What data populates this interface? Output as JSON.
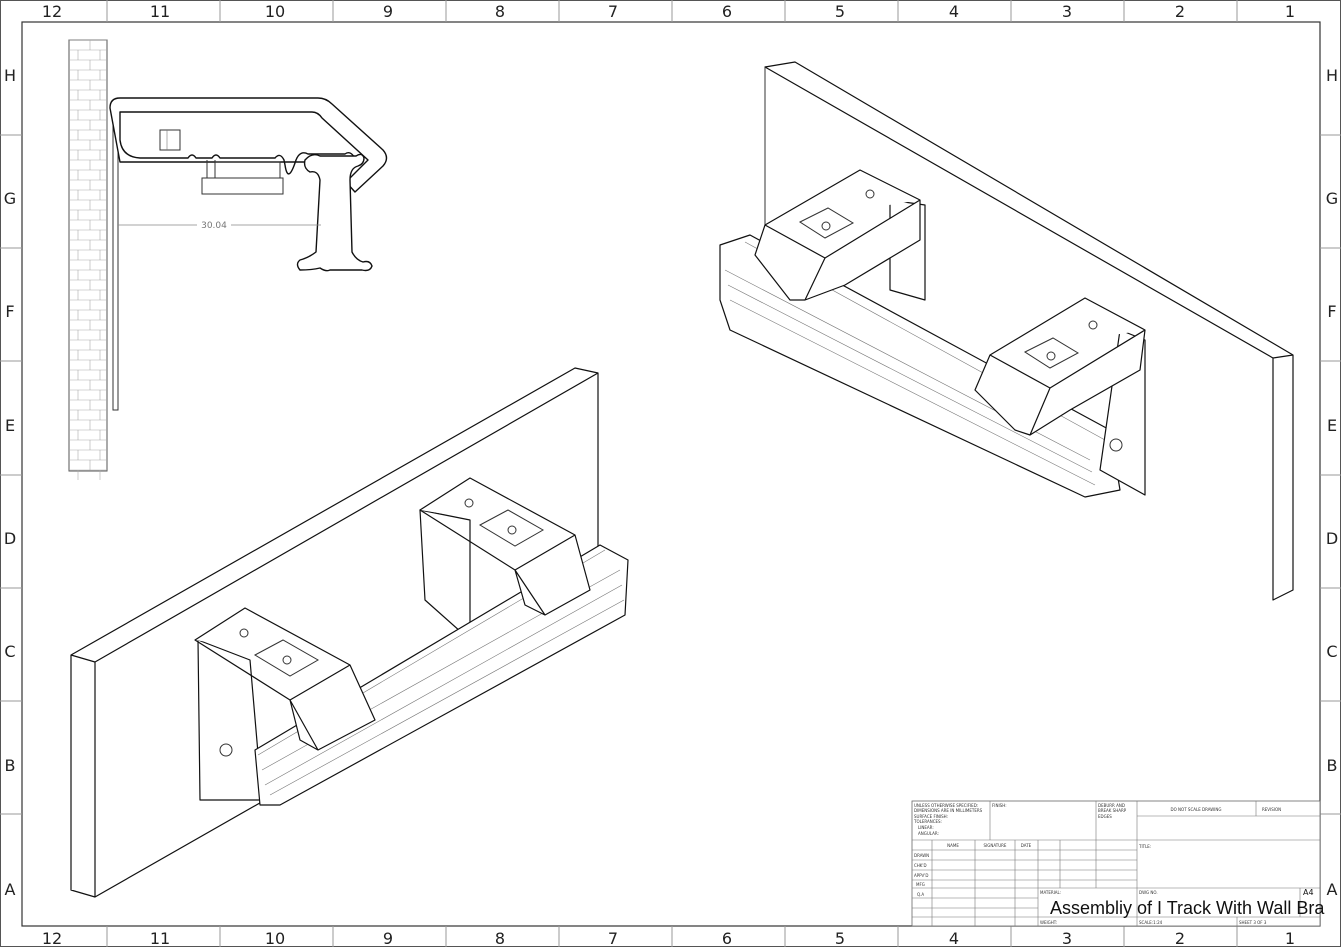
{
  "sheet": {
    "column_labels": [
      "12",
      "11",
      "10",
      "9",
      "8",
      "7",
      "6",
      "5",
      "4",
      "3",
      "2",
      "1"
    ],
    "row_labels": [
      "H",
      "G",
      "F",
      "E",
      "D",
      "C",
      "B",
      "A"
    ]
  },
  "side_view": {
    "dimension": "30.04"
  },
  "title_block": {
    "general_notes": [
      "UNLESS OTHERWISE SPECIFIED:",
      "DIMENSIONS ARE IN MILLIMETERS",
      "SURFACE FINISH:",
      "TOLERANCES:",
      "LINEAR:",
      "ANGULAR:"
    ],
    "finish": "FINISH:",
    "deburr": [
      "DEBURR AND",
      "BREAK SHARP",
      "EDGES"
    ],
    "do_not_scale": "DO NOT SCALE DRAWING",
    "revision": "REVISION",
    "headers": [
      "NAME",
      "SIGNATURE",
      "DATE"
    ],
    "roles": [
      "DRAWN",
      "CHK'D",
      "APPV'D",
      "MFG",
      "Q.A"
    ],
    "title_label": "TITLE:",
    "material": "MATERIAL:",
    "dwg_no": "DWG NO.",
    "drawing_title": "Assembliy of I Track With Wall Bra",
    "size": "A4",
    "weight": "WEIGHT:",
    "scale": "SCALE:1:24",
    "sheet": "SHEET 3 OF 3"
  }
}
